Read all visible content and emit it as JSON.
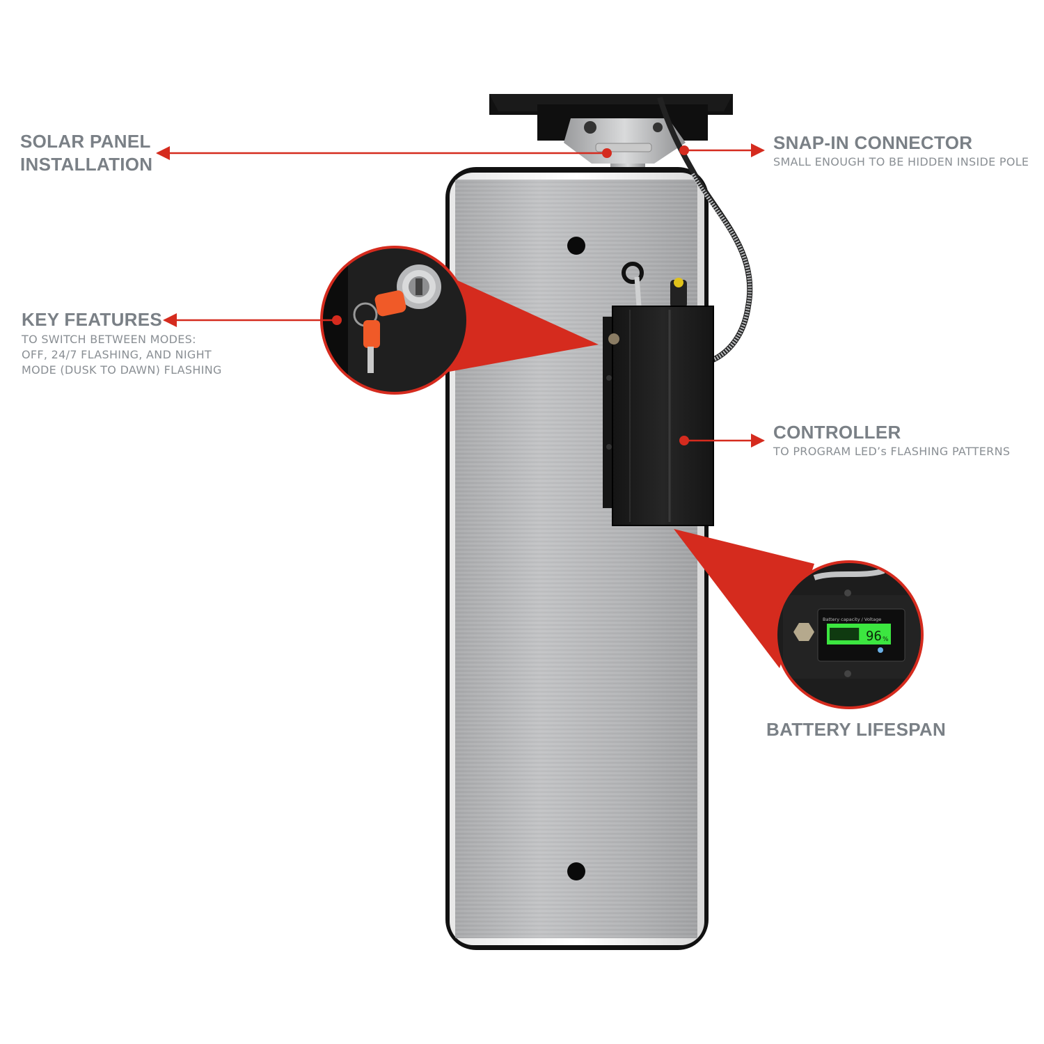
{
  "callouts": {
    "solar_panel": {
      "line1": "SOLAR PANEL",
      "line2": "INSTALLATION"
    },
    "snap_in": {
      "title": "SNAP-IN CONNECTOR",
      "subtitle": "SMALL ENOUGH TO BE HIDDEN INSIDE POLE"
    },
    "key_features": {
      "title": "KEY FEATURES",
      "sub1": "TO SWITCH BETWEEN MODES:",
      "sub2": "OFF, 24/7 FLASHING, AND NIGHT",
      "sub3": "MODE (DUSK TO DAWN) FLASHING"
    },
    "controller": {
      "title": "CONTROLLER",
      "subtitle": "TO PROGRAM LED’s FLASHING PATTERNS"
    },
    "battery": {
      "title": "BATTERY LIFESPAN"
    }
  },
  "battery_display": {
    "header": "Battery capacity / Voltage",
    "percent": "96",
    "unit": "%",
    "level_fraction": 0.96
  },
  "colors": {
    "accent": "#d52b1e",
    "label_gray": "#7a8086",
    "panel_metal": "#b4b5b7",
    "enclosure_black": "#1c1c1c",
    "key_orange": "#f05a28",
    "lcd_green": "#3ce640"
  },
  "icons": [
    "arrow-left-icon",
    "arrow-right-icon",
    "callout-dot-icon",
    "key-icon",
    "lock-cylinder-icon",
    "lcd-display-icon"
  ]
}
